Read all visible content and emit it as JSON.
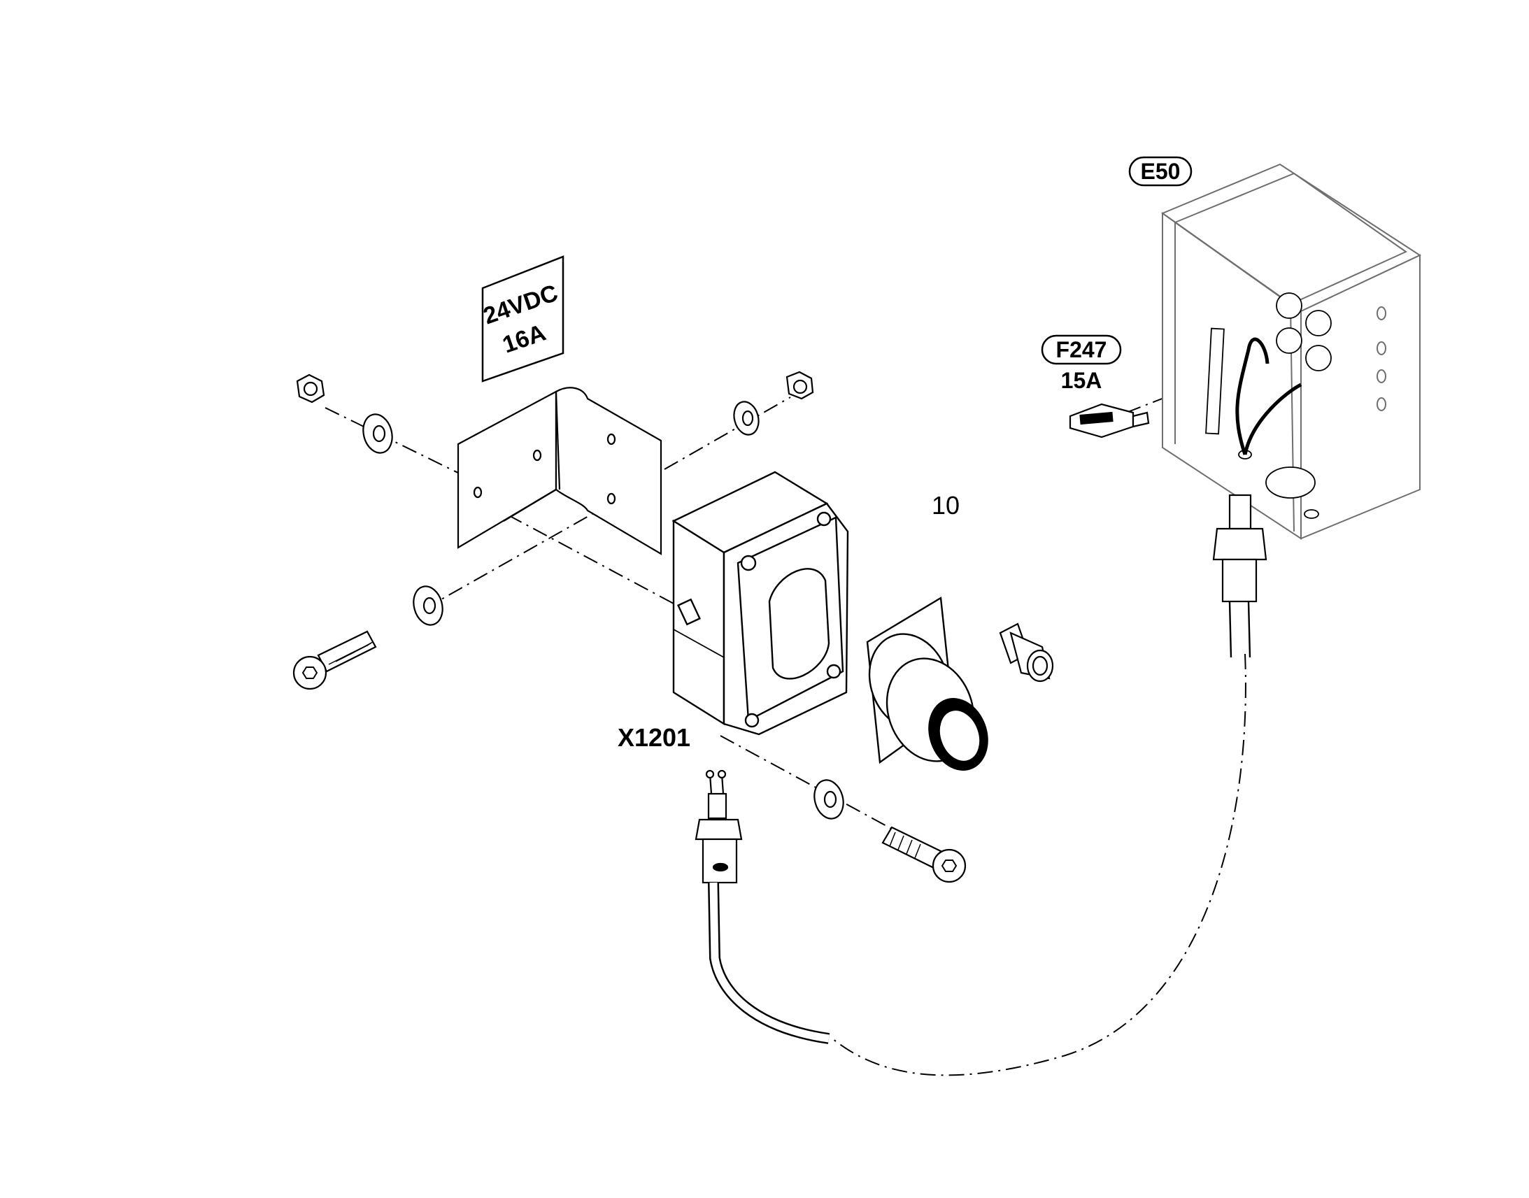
{
  "labels": {
    "label_plate_line1": "24VDC",
    "label_plate_line2": "16A",
    "part_number": "10",
    "connector_ref": "X1201",
    "box_ref": "E50",
    "fuse_ref": "F247",
    "fuse_rating": "15A"
  },
  "colors": {
    "line": "#000000",
    "light_line": "#6e6e6e",
    "background": "#ffffff"
  }
}
